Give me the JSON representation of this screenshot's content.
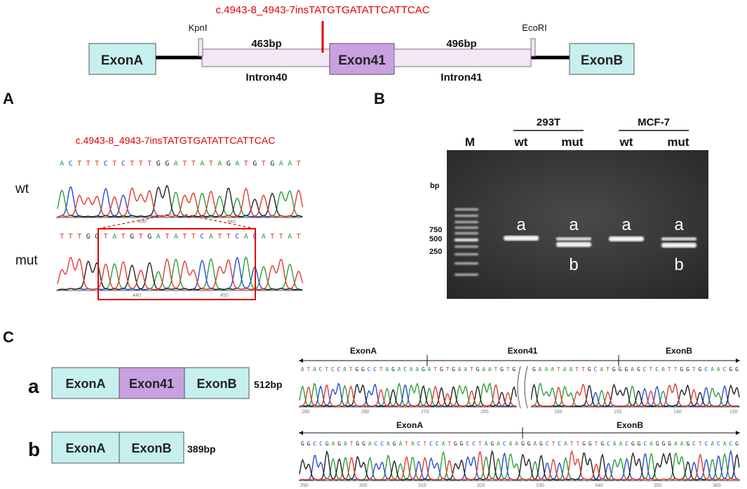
{
  "top_diagram": {
    "mutation_label": "c.4943-8_4943-7insTATGTGATATTCATTCAC",
    "exon_a": "ExonA",
    "exon_41": "Exon41",
    "exon_b": "ExonB",
    "intron_40": "Intron40",
    "intron_41": "Intron41",
    "length_left": "463bp",
    "length_right": "496bp",
    "site_left": "KpnI",
    "site_right": "EcoRI",
    "colors": {
      "exon": "#c6f0ee",
      "exon41": "#c9a0e0",
      "intron": "#f2e6f7",
      "mutation": "#e00000"
    }
  },
  "panel_a": {
    "letter": "A",
    "mutation_label": "c.4943-8_4943-7insTATGTGATATTCATTCAC",
    "row_wt": "wt",
    "row_mut": "mut",
    "wt_sequence": "ACTTTCTCTTTGGATTATAGATGTGAAT",
    "mut_sequence": "TTTGGTATGTGATATTCATTCACATTAT",
    "wt_ticks": [
      "430",
      "440"
    ],
    "mut_ticks": [
      "440",
      "450"
    ]
  },
  "panel_b": {
    "letter": "B",
    "marker": "M",
    "unit": "bp",
    "marker_sizes": [
      "750",
      "500",
      "250"
    ],
    "cell_lines": [
      "293T",
      "MCF-7"
    ],
    "lanes": [
      "wt",
      "mut",
      "wt",
      "mut"
    ],
    "band_labels": {
      "a": "a",
      "b": "b"
    }
  },
  "panel_c": {
    "letter": "C",
    "product_a": {
      "label": "a",
      "segments": [
        "ExonA",
        "Exon41",
        "ExonB"
      ],
      "size": "512bp"
    },
    "product_b": {
      "label": "b",
      "segments": [
        "ExonA",
        "ExonB"
      ],
      "size": "389bp"
    },
    "trace1": {
      "regions": [
        "ExonA",
        "Exon41",
        "ExonB"
      ],
      "sequence_left": "ATACTCCATGGCCTAGACAAGATGTGAATGAATGTG",
      "sequence_right": "GAAATAATTGCATGGGAGCTCATTGGTGCAACGG",
      "ticks": [
        "280",
        "270",
        "260",
        "160",
        "150",
        "140",
        "130"
      ]
    },
    "trace2": {
      "regions": [
        "ExonA",
        "ExonB"
      ],
      "sequence": "GGCCGAGATGGACCAGATACTCCATGGCCTAGACAAGGAGCTCATTGGTGCAACGGCAGGGAAGCTCACACG",
      "ticks": [
        "290",
        "300",
        "310",
        "320",
        "330",
        "340",
        "350",
        "360"
      ]
    }
  }
}
